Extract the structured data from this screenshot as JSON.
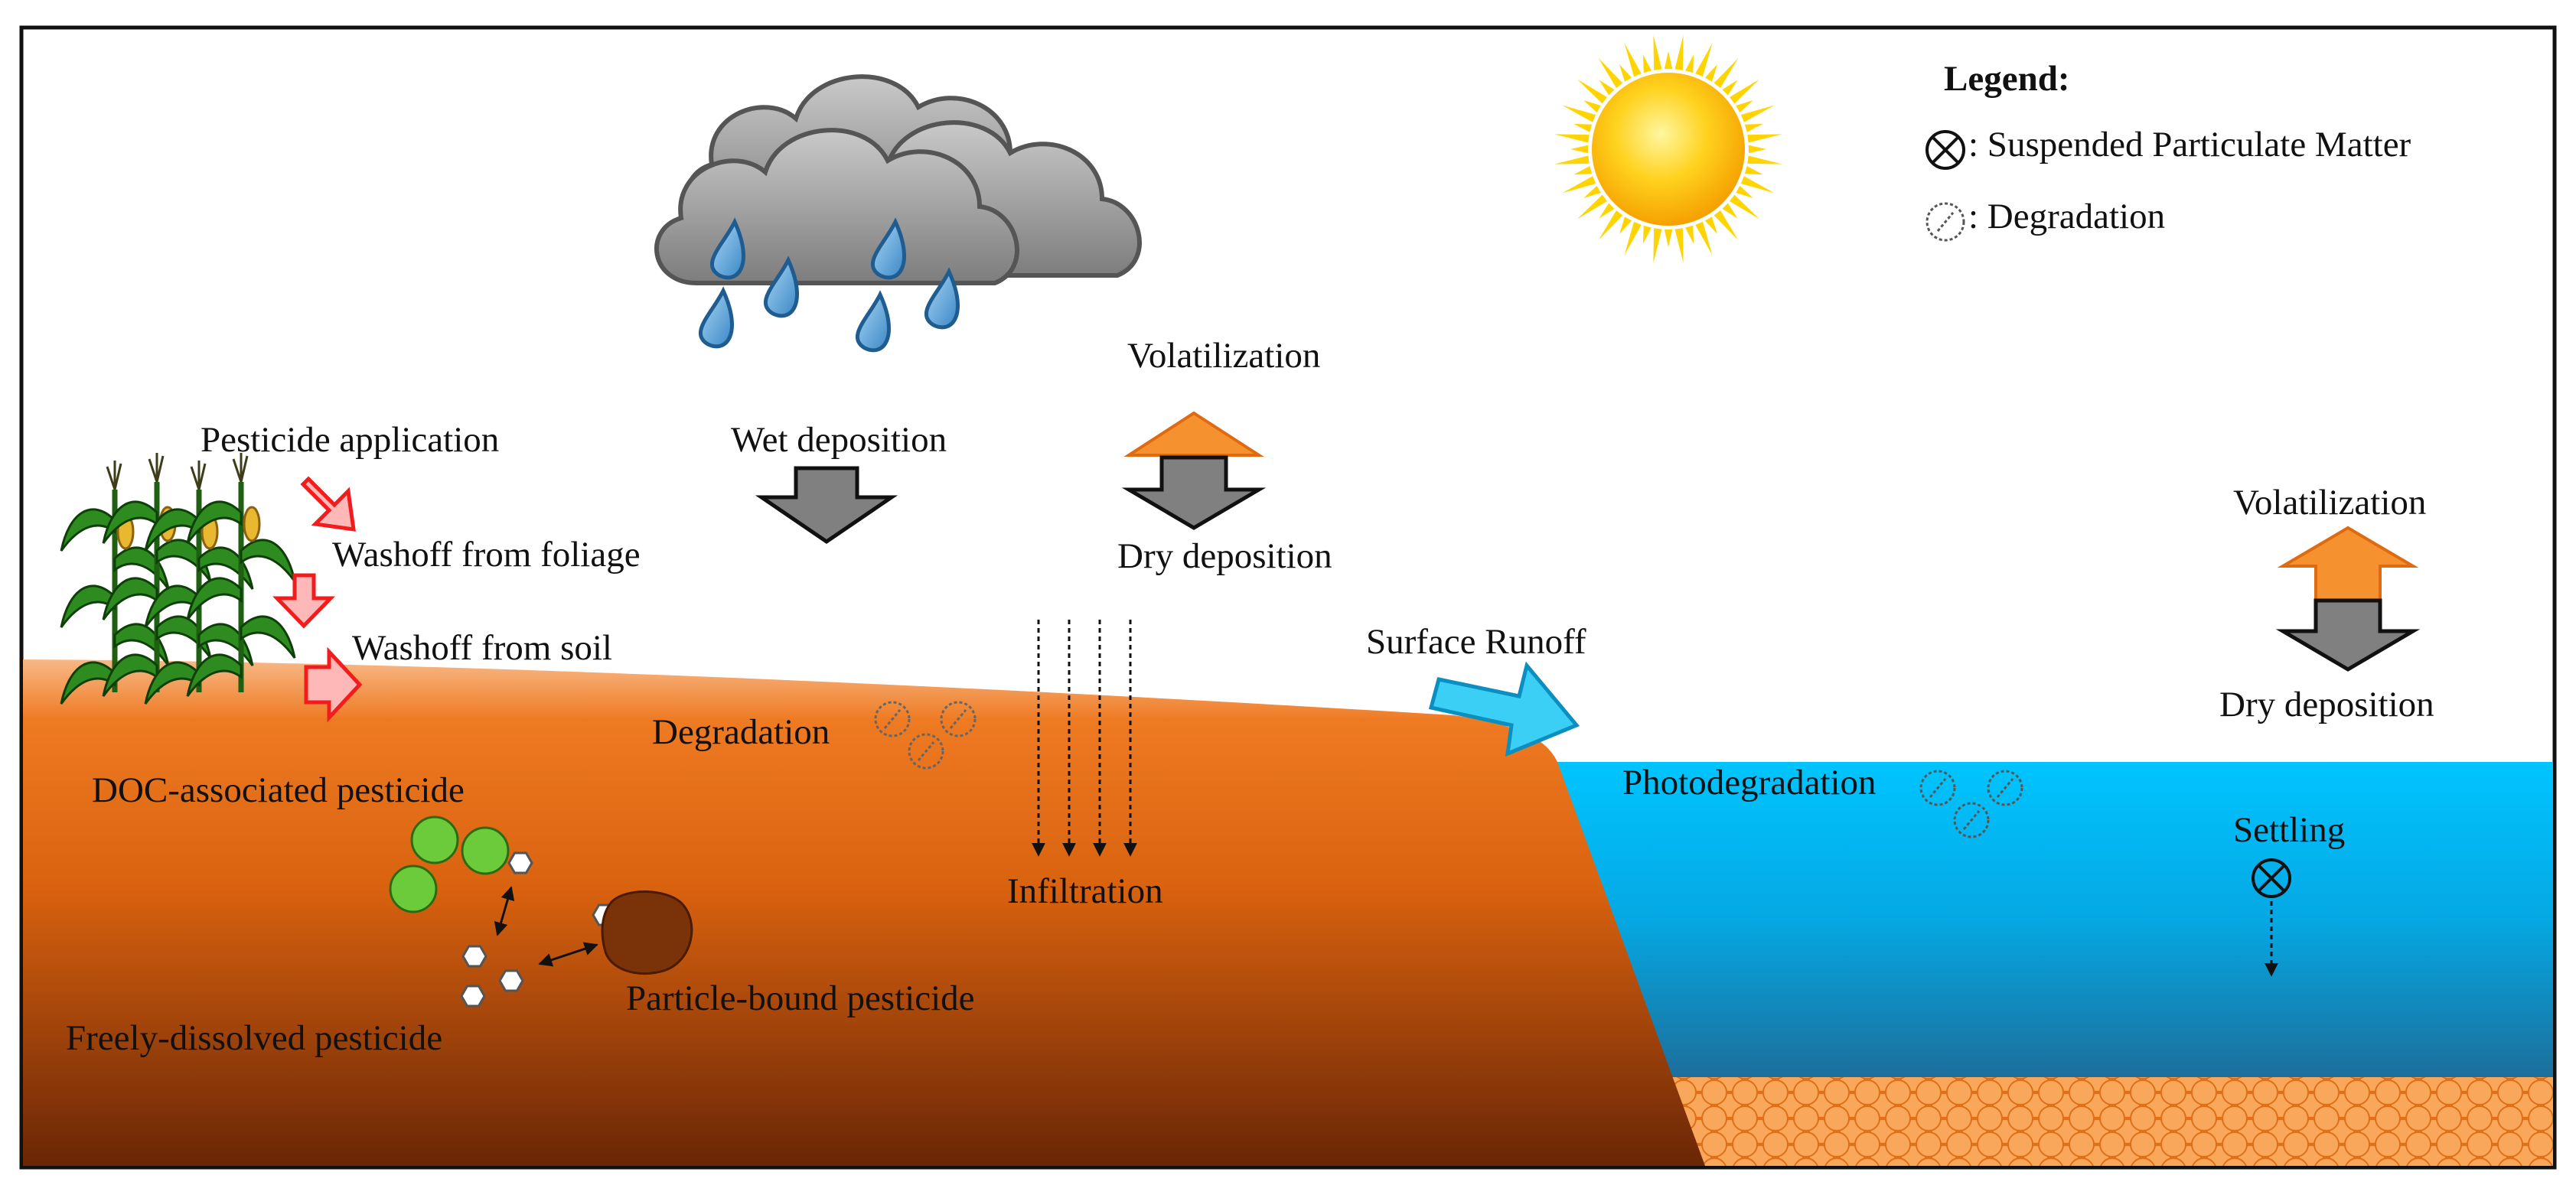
{
  "legend": {
    "title": "Legend:",
    "spm": ": Suspended Particulate Matter",
    "degradation": ": Degradation"
  },
  "labels": {
    "pesticide_application": "Pesticide application",
    "washoff_foliage": "Washoff from foliage",
    "washoff_soil": "Washoff from soil",
    "wet_deposition": "Wet deposition",
    "volatilization_land": "Volatilization",
    "dry_deposition_land": "Dry deposition",
    "volatilization_water": "Volatilization",
    "dry_deposition_water": "Dry deposition",
    "surface_runoff": "Surface Runoff",
    "degradation_soil": "Degradation",
    "infiltration": "Infiltration",
    "photodegradation": "Photodegradation",
    "settling": "Settling",
    "doc_pesticide": "DOC-associated pesticide",
    "free_pesticide": "Freely-dissolved pesticide",
    "particle_pesticide": "Particle-bound pesticide"
  },
  "colors": {
    "soil_top": "#F7B27A",
    "soil_mid": "#E8680F",
    "soil_bottom": "#6E2A08",
    "water_top": "#00BFFF",
    "water_bottom": "#1A7FAF",
    "sediment": "#F7A04A",
    "volatilization_arrow": "#F5922F",
    "deposition_arrow": "#808080",
    "application_arrow": "#FF3B3B",
    "runoff_arrow": "#3CCFF5",
    "doc_circle": "#6CCB3A",
    "particle": "#7A3308"
  },
  "icons": {
    "cloud": "rain-cloud-icon",
    "sun": "sun-icon",
    "plants": "corn-plant-icon",
    "spm": "suspended-particulate-icon",
    "degradation": "degradation-icon"
  }
}
